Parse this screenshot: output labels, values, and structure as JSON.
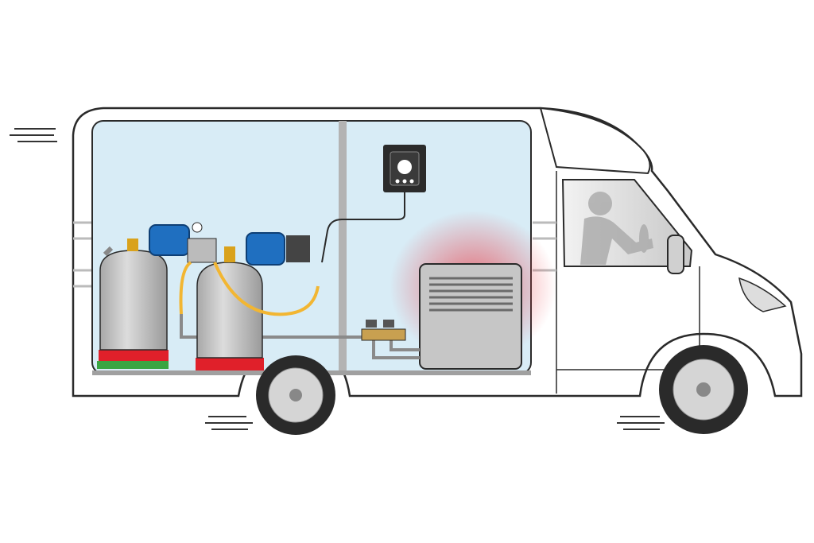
{
  "colors": {
    "body": "#ffffff",
    "outline": "#2a2a2a",
    "interior": "#d8ecf6",
    "cylinder": "#c9c9c9",
    "regulator": "#1f6fc0",
    "hose": "#f2b632",
    "base_red": "#e0202a",
    "base_green": "#3aa542",
    "heat_glow": "#e8404a"
  },
  "elements": [
    "gas-cylinder",
    "gas-regulator",
    "control-panel",
    "heater",
    "valve-block",
    "driver",
    "wheel"
  ]
}
